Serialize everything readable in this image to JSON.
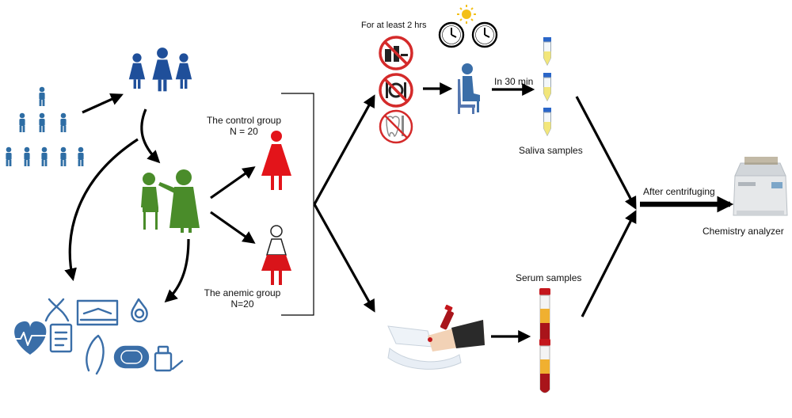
{
  "labels": {
    "control_group": "The control group",
    "control_n": "N = 20",
    "anemic_group": "The anemic group",
    "anemic_n": "N=20",
    "fasting": "For at least 2 hrs",
    "timing": "In 30 min",
    "saliva": "Saliva samples",
    "serum": "Serum samples",
    "centrifuge": "After centrifuging",
    "analyzer": "Chemistry analyzer"
  },
  "colors": {
    "population_blue": "#2e6da4",
    "women_blue": "#1f4f9a",
    "clinic_green": "#4a8c2a",
    "control_red": "#e3141a",
    "anemic_red": "#d9141a",
    "no_sign_red": "#d42a2a",
    "history_blue": "#3a6ea8",
    "arrow": "#000000"
  }
}
